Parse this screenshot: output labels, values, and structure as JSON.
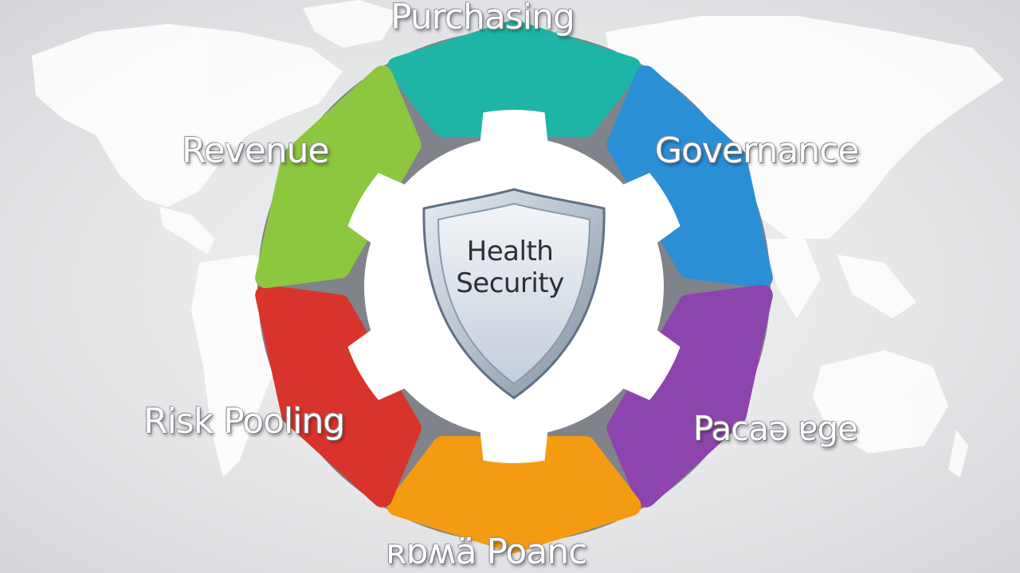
{
  "center": {
    "line1": "Health",
    "line2": "Security"
  },
  "segments": [
    {
      "id": "purchasing",
      "label": "Purchasing",
      "color": "#1fb5a6"
    },
    {
      "id": "governance",
      "label": "Governance",
      "color": "#2b8fd6"
    },
    {
      "id": "package",
      "label": "Pacaə ɐge",
      "color": "#8e44ad"
    },
    {
      "id": "bottom",
      "label": "ʀɒʍä Poanc",
      "color": "#f39c12"
    },
    {
      "id": "risk",
      "label": "Risk Pooling",
      "color": "#d9342b"
    },
    {
      "id": "revenue",
      "label": "Revenue",
      "color": "#8dc63f"
    }
  ],
  "colors": {
    "ring": "#7c7f85",
    "gear": "#ffffff",
    "shield": "#b7c3d0",
    "map": "#ffffff"
  }
}
